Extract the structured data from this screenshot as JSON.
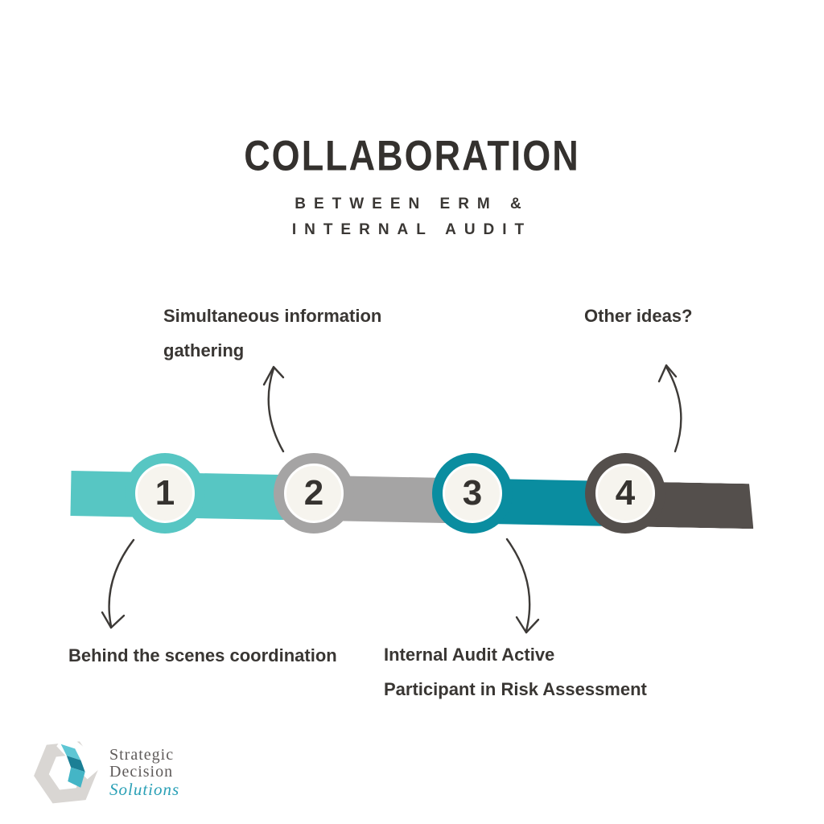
{
  "title": {
    "main": "COLLABORATION",
    "subtitle_line1": "BETWEEN ERM &",
    "subtitle_line2": "INTERNAL AUDIT"
  },
  "timeline": {
    "steps": [
      {
        "number": "1",
        "label": "Behind the scenes coordination",
        "label_position": "below",
        "ring_color": "#57c6c3"
      },
      {
        "number": "2",
        "label": "Simultaneous information gathering",
        "label_position": "above",
        "ring_color": "#a5a4a4"
      },
      {
        "number": "3",
        "label": "Internal Audit Active Participant in Risk Assessment",
        "label_position": "below",
        "ring_color": "#0a8da0"
      },
      {
        "number": "4",
        "label": "Other ideas?",
        "label_position": "above",
        "ring_color": "#544f4c"
      }
    ],
    "segment_colors": [
      "#57c6c3",
      "#a5a4a4",
      "#0a8da0",
      "#544f4c"
    ]
  },
  "annotations": {
    "step1": "Behind the scenes coordination",
    "step2_line1": "Simultaneous information",
    "step2_line2": "gathering",
    "step3_line1": "Internal Audit Active",
    "step3_line2": "Participant in Risk Assessment",
    "step4": "Other ideas?"
  },
  "logo": {
    "line1": "Strategic",
    "line2": "Decision",
    "line3": "Solutions"
  },
  "colors": {
    "teal": "#57c6c3",
    "gray": "#a5a4a4",
    "dark_teal": "#0a8da0",
    "charcoal": "#544f4c",
    "ink": "#393633",
    "circle_fill": "#f6f4ee",
    "logo_text_gray": "#5f5b5a",
    "logo_teal": "#2aa0b6",
    "logo_hex_gray": "#d9d6d3"
  }
}
